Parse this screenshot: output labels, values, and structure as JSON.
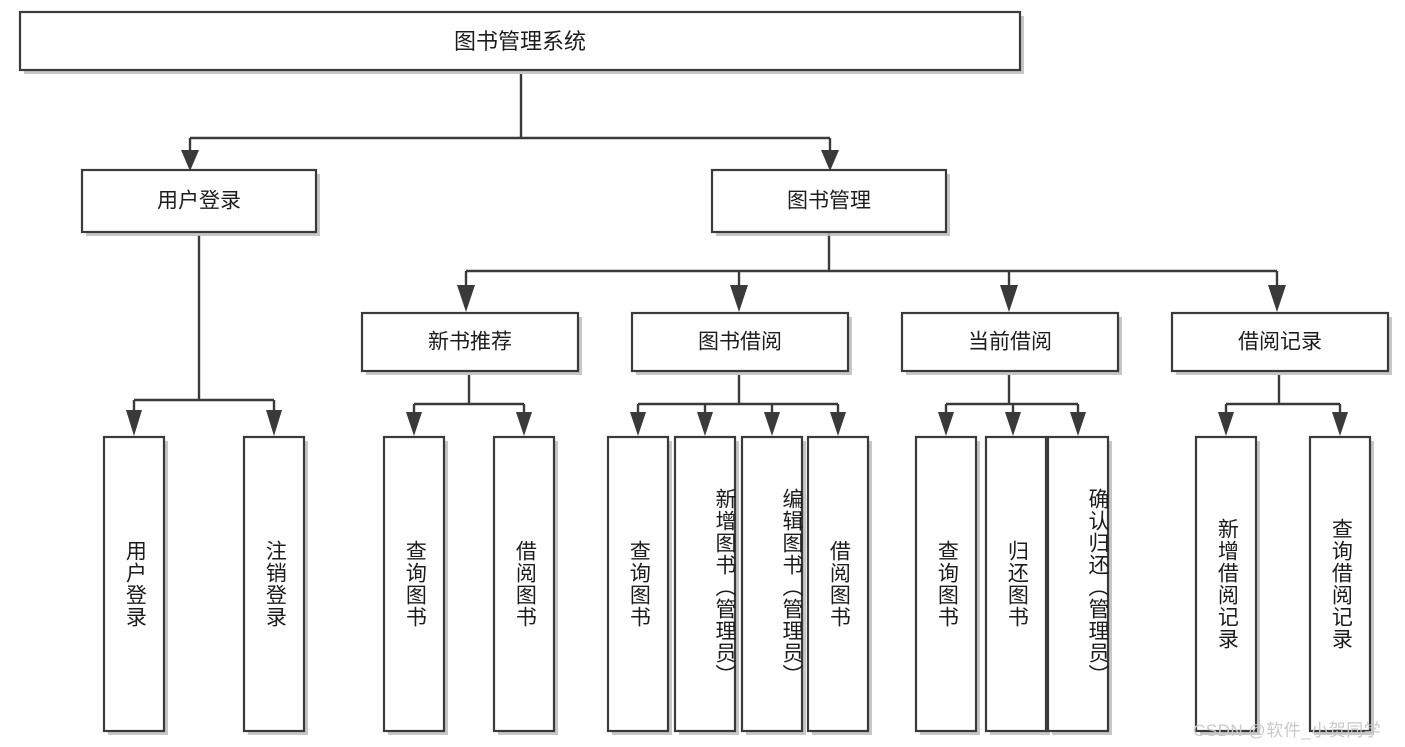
{
  "diagram": {
    "type": "tree",
    "title": "图书管理系统",
    "orientation": "top-down",
    "root": {
      "id": "root",
      "label": "图书管理系统"
    },
    "level2": [
      {
        "id": "user-login",
        "label": "用户登录"
      },
      {
        "id": "book-manage",
        "label": "图书管理"
      }
    ],
    "level3": [
      {
        "id": "new-book-rec",
        "label": "新书推荐",
        "parent": "book-manage"
      },
      {
        "id": "book-borrow",
        "label": "图书借阅",
        "parent": "book-manage"
      },
      {
        "id": "current-borrow",
        "label": "当前借阅",
        "parent": "book-manage"
      },
      {
        "id": "borrow-record",
        "label": "借阅记录",
        "parent": "book-manage"
      }
    ],
    "leaves": {
      "user_login": [
        {
          "id": "leaf-user-login",
          "label": "用户登录"
        },
        {
          "id": "leaf-logout",
          "label": "注销登录"
        }
      ],
      "new_book_rec": [
        {
          "id": "leaf-query-book-1",
          "label": "查询图书"
        },
        {
          "id": "leaf-borrow-book-1",
          "label": "借阅图书"
        }
      ],
      "book_borrow": [
        {
          "id": "leaf-query-book-2",
          "label": "查询图书"
        },
        {
          "id": "leaf-add-book",
          "label": "新增图书（管理员）"
        },
        {
          "id": "leaf-edit-book",
          "label": "编辑图书（管理员）"
        },
        {
          "id": "leaf-borrow-book-2",
          "label": "借阅图书"
        }
      ],
      "current_borrow": [
        {
          "id": "leaf-query-book-3",
          "label": "查询图书"
        },
        {
          "id": "leaf-return-book",
          "label": "归还图书"
        },
        {
          "id": "leaf-confirm-return",
          "label": "确认归还（管理员）"
        }
      ],
      "borrow_record": [
        {
          "id": "leaf-add-record",
          "label": "新增借阅记录"
        },
        {
          "id": "leaf-query-record",
          "label": "查询借阅记录"
        }
      ]
    }
  },
  "watermark": {
    "text": "CSDN @软件_小贺同学"
  },
  "colors": {
    "stroke": "#3a3a3a",
    "fill": "#ffffff",
    "text": "#1c1c1c",
    "shadow": "#bdbdbd",
    "watermark": "#c9c9c9",
    "background": "#ffffff"
  }
}
